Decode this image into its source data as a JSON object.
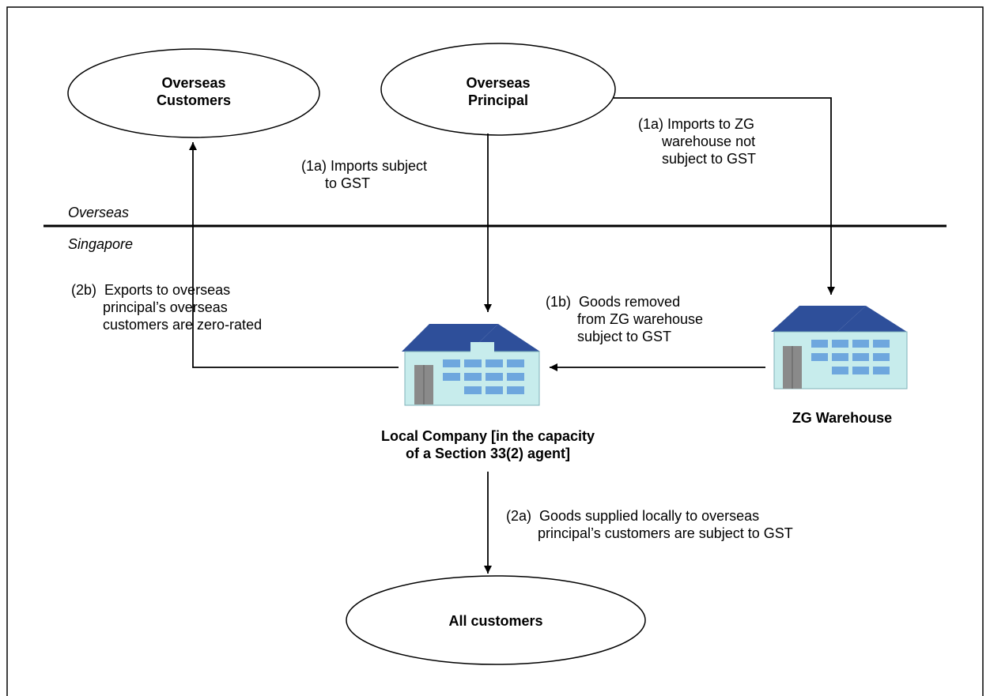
{
  "nodes": {
    "overseas_customers": "Overseas\nCustomers",
    "overseas_principal": "Overseas\nPrincipal",
    "all_customers": "All customers",
    "local_company": "Local Company [in the capacity\nof a Section 33(2) agent]",
    "zg_warehouse": "ZG Warehouse"
  },
  "regions": {
    "top": "Overseas",
    "bottom": "Singapore"
  },
  "flows": {
    "f1a_gst": "(1a) Imports subject\n      to GST",
    "f1a_zg": "(1a) Imports to ZG\n      warehouse not\n      subject to GST",
    "f1b": "(1b)  Goods removed\n        from ZG warehouse\n        subject to GST",
    "f2b": "(2b)  Exports to overseas\n        principal’s overseas\n        customers are zero-rated",
    "f2a": "(2a)  Goods supplied locally to overseas\n        principal’s customers are subject to GST"
  },
  "colors": {
    "roof": "#2e4f9a",
    "wall": "#c7ecec",
    "window": "#6ea7de",
    "door": "#8a8a8a"
  }
}
